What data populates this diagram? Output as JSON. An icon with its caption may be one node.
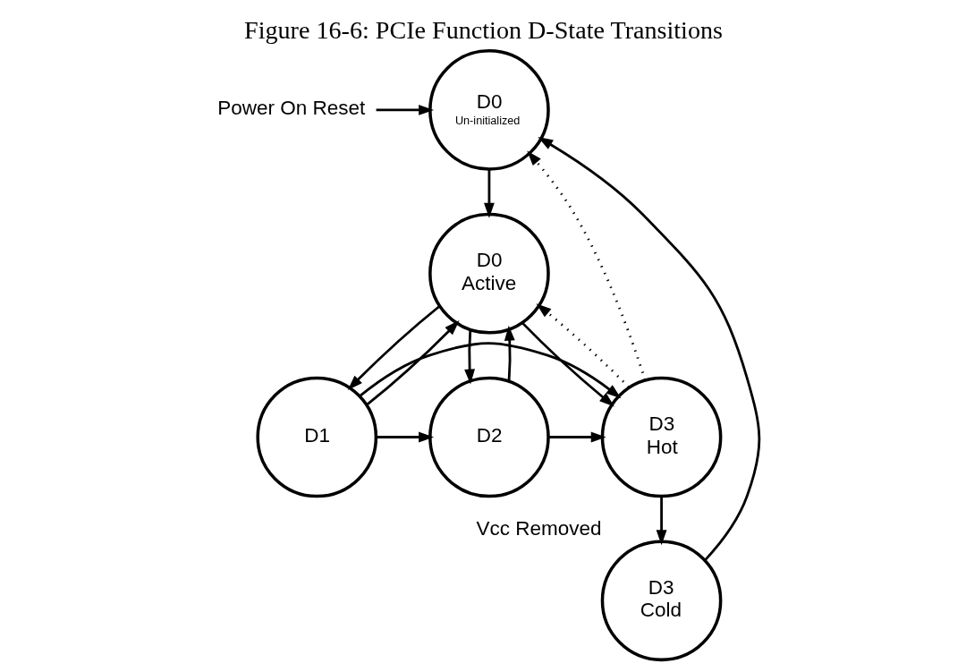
{
  "diagram": {
    "title": "Figure 16-6: PCIe Function D-State Transitions",
    "nodes": [
      {
        "text": [
          "Power On Reset"
        ]
      },
      {
        "text": [
          "D0",
          "Un-initialized"
        ]
      },
      {
        "text": [
          "D0",
          "Active"
        ]
      },
      {
        "text": [
          "D1"
        ]
      },
      {
        "text": [
          "D2"
        ]
      },
      {
        "text": [
          "D3",
          "Hot"
        ]
      },
      {
        "text": [
          "D3",
          "Cold"
        ],
        "beside": [
          "Vcc Removed"
        ]
      }
    ],
    "edges": [
      {
        "from": 0,
        "to": 1,
        "arrow": "to"
      },
      {
        "from": 1,
        "to": 2,
        "arrow": "to"
      },
      {
        "from": 2,
        "to": 3,
        "arrow": "to"
      },
      {
        "from": 3,
        "to": 2,
        "arrow": "to"
      },
      {
        "from": 2,
        "to": 4,
        "arrow": "to"
      },
      {
        "from": 4,
        "to": 2,
        "arrow": "to"
      },
      {
        "from": 3,
        "to": 4,
        "arrow": "to"
      },
      {
        "from": 4,
        "to": 5,
        "arrow": "to"
      },
      {
        "from": 2,
        "to": 5,
        "arrow": "to"
      },
      {
        "from": 5,
        "to": 2,
        "arrow": "to",
        "style": "dashed"
      },
      {
        "from": 5,
        "to": 1,
        "arrow": "to",
        "style": "dashed"
      },
      {
        "from": 3,
        "to": 5,
        "arrow": "to"
      },
      {
        "from": 5,
        "to": 6,
        "arrow": "to"
      },
      {
        "from": 6,
        "to": 1,
        "arrow": "to"
      }
    ]
  }
}
